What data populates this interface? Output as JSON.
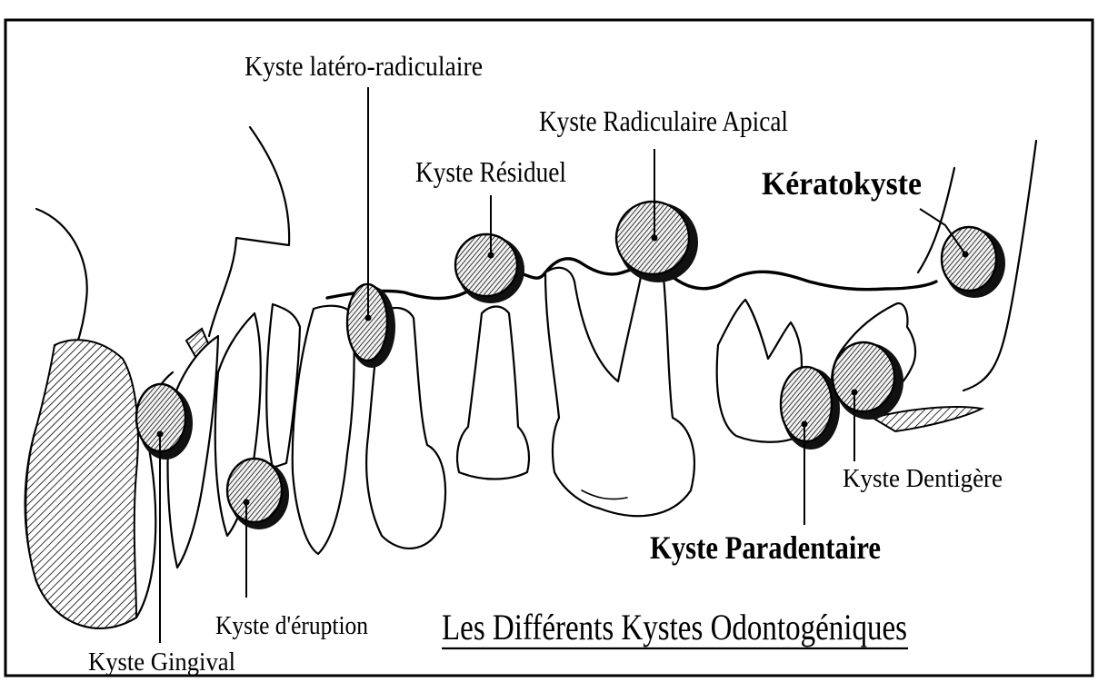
{
  "labels": {
    "gingival": "Kyste Gingival",
    "eruption": "Kyste d'éruption",
    "lateral": "Kyste latéro-radiculaire",
    "residuel": "Kyste Résiduel",
    "apical": "Kyste Radiculaire Apical",
    "kerato": "Kératokyste",
    "dentigere": "Kyste Dentigère",
    "paradentaire": "Kyste Paradentaire"
  },
  "title": "Les Différents Kystes Odontogéniques"
}
